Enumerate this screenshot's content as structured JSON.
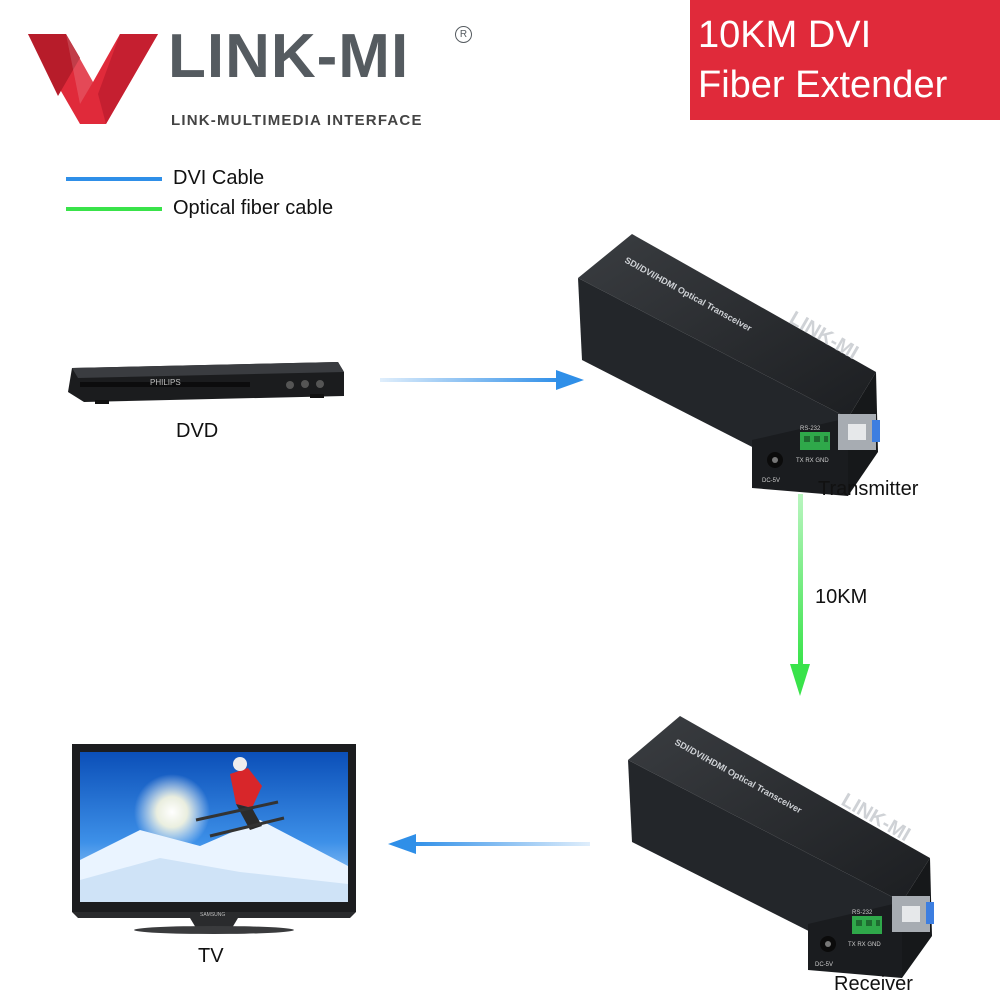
{
  "brand": {
    "name": "LINK-MI",
    "registered": "R",
    "tagline": "LINK-MULTIMEDIA INTERFACE"
  },
  "title": {
    "line1": "10KM DVI",
    "line2": "Fiber Extender"
  },
  "legend": [
    {
      "label": "DVI Cable",
      "color": "#2f8fe8"
    },
    {
      "label": "Optical fiber cable",
      "color": "#39e34a"
    }
  ],
  "nodes": {
    "dvd": {
      "label": "DVD",
      "device_brand": "PHILIPS"
    },
    "transmitter": {
      "label": "Transmitter",
      "panel_text": "SDI/DVI/HDMI Optical Transceiver",
      "logo": "LINK-MI",
      "port_rs232": "RS-232",
      "port_pins": "TX RX GND",
      "port_dc": "DC-5V"
    },
    "receiver": {
      "label": "Receiver",
      "panel_text": "SDI/DVI/HDMI Optical Transceiver",
      "logo": "LINK-MI",
      "port_rs232": "RS-232",
      "port_pins": "TX RX GND",
      "port_dc": "DC-5V"
    },
    "tv": {
      "label": "TV",
      "device_brand": "SAMSUNG"
    }
  },
  "links": [
    {
      "from": "DVD",
      "to": "Transmitter",
      "type": "DVI Cable"
    },
    {
      "from": "Transmitter",
      "to": "Receiver",
      "type": "Optical fiber cable",
      "label": "10KM"
    },
    {
      "from": "Receiver",
      "to": "TV",
      "type": "DVI Cable"
    }
  ],
  "colors": {
    "brand_red": "#e02a3a",
    "dvi": "#2f8fe8",
    "fiber": "#39e34a"
  }
}
